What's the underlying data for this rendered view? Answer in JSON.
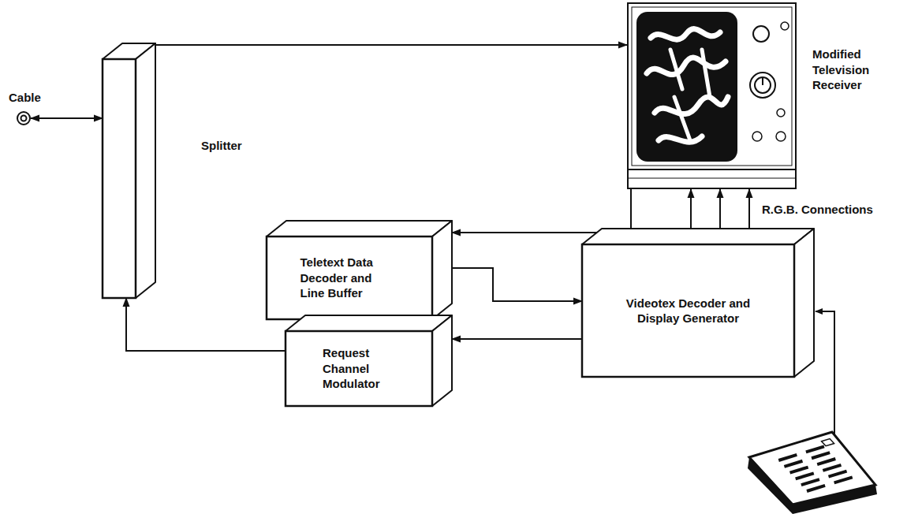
{
  "diagram": {
    "nodes": [
      {
        "text": [
          "Modified Television Receiver"
        ]
      },
      {
        "text": [
          "Cable"
        ]
      },
      {
        "text": [
          "Splitter"
        ]
      },
      {
        "text": [
          "Teletext Data Decoder and Line Buffer"
        ]
      },
      {
        "text": [
          "Videotex Decoder and Display Generator"
        ]
      },
      {
        "text": [
          "Request Channel Modulator"
        ]
      }
    ],
    "edges": [
      {
        "from": 1,
        "to": 2,
        "arrow": "both"
      },
      {
        "from": 2,
        "to": 0,
        "arrow": "to"
      },
      {
        "from": 0,
        "to": 3,
        "arrow": "to"
      },
      {
        "from": 3,
        "to": 4,
        "arrow": "to"
      },
      {
        "from": 4,
        "to": 0,
        "arrow": "to"
      },
      {
        "from": 4,
        "to": 0,
        "arrow": "to"
      },
      {
        "from": 4,
        "to": 0,
        "arrow": "to",
        "label": "R.G.B. Connections"
      },
      {
        "from": 4,
        "to": 5,
        "arrow": "to"
      },
      {
        "from": 5,
        "to": 2,
        "arrow": "to"
      }
    ]
  }
}
